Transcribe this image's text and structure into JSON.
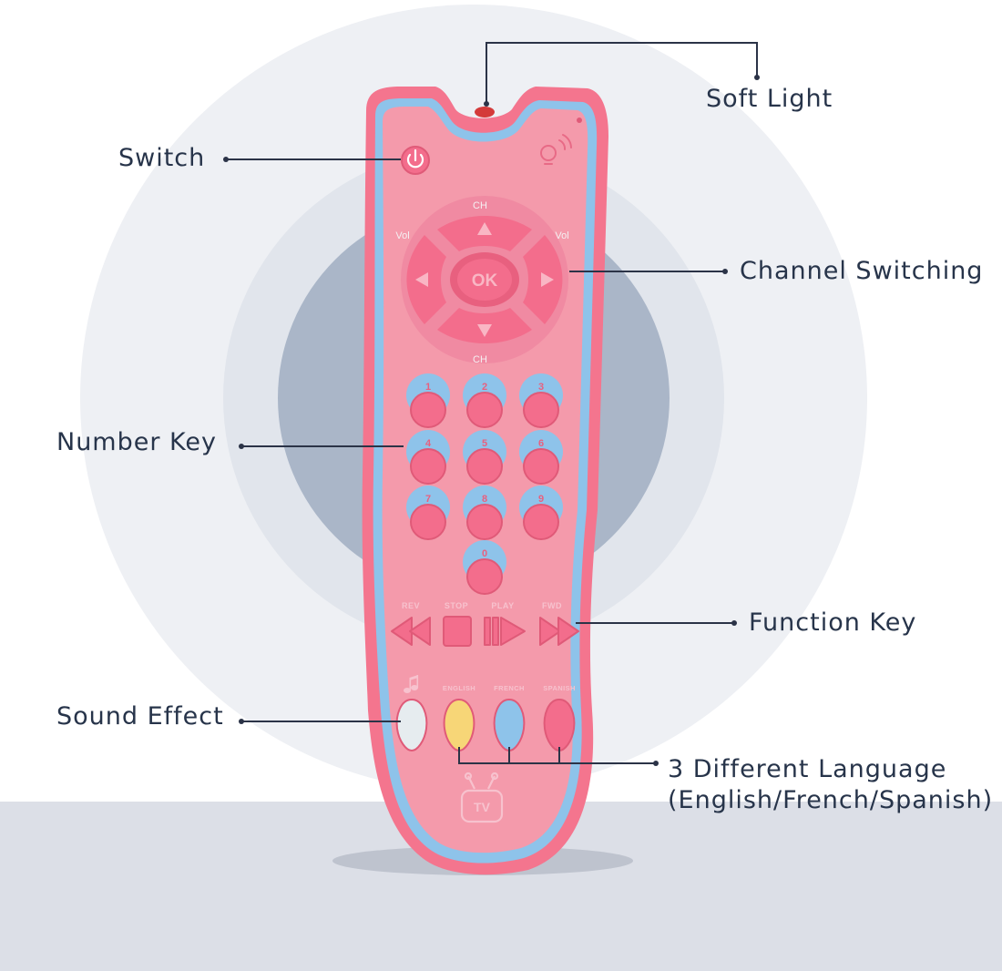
{
  "colors": {
    "background": "#ffffff",
    "ring_outer": "#eef0f4",
    "ring_middle": "#e1e5ec",
    "ring_inner": "#aab6c8",
    "floor": "#dcdfe7",
    "remote_body": "#f4758e",
    "remote_face": "#f49aab",
    "remote_trim": "#8ec3ea",
    "button_pink": "#f36d8c",
    "leader_line": "#2b3347",
    "callout_text": "#27344a"
  },
  "callouts": {
    "soft_light": "Soft Light",
    "switch": "Switch",
    "channel_switching": "Channel Switching",
    "number_key": "Number Key",
    "function_key": "Function Key",
    "sound_effect": "Sound Effect",
    "language_line1": "3 Different Language",
    "language_line2": "(English/French/Spanish)"
  },
  "remote": {
    "ch_top": "CH",
    "ch_bottom": "CH",
    "vol_left": "Vol",
    "vol_right": "Vol",
    "ok_label": "OK",
    "number_labels": [
      "1",
      "2",
      "3",
      "4",
      "5",
      "6",
      "7",
      "8",
      "9",
      "0"
    ],
    "function_labels": [
      "REV",
      "STOP",
      "PLAY",
      "FWD"
    ],
    "language_labels": [
      "ENGLISH",
      "FRENCH",
      "SPANISH"
    ],
    "tv_logo": "TV",
    "icons": [
      "power-icon",
      "bulb-sound-icon",
      "music-note-icon",
      "tv-logo-icon"
    ]
  }
}
